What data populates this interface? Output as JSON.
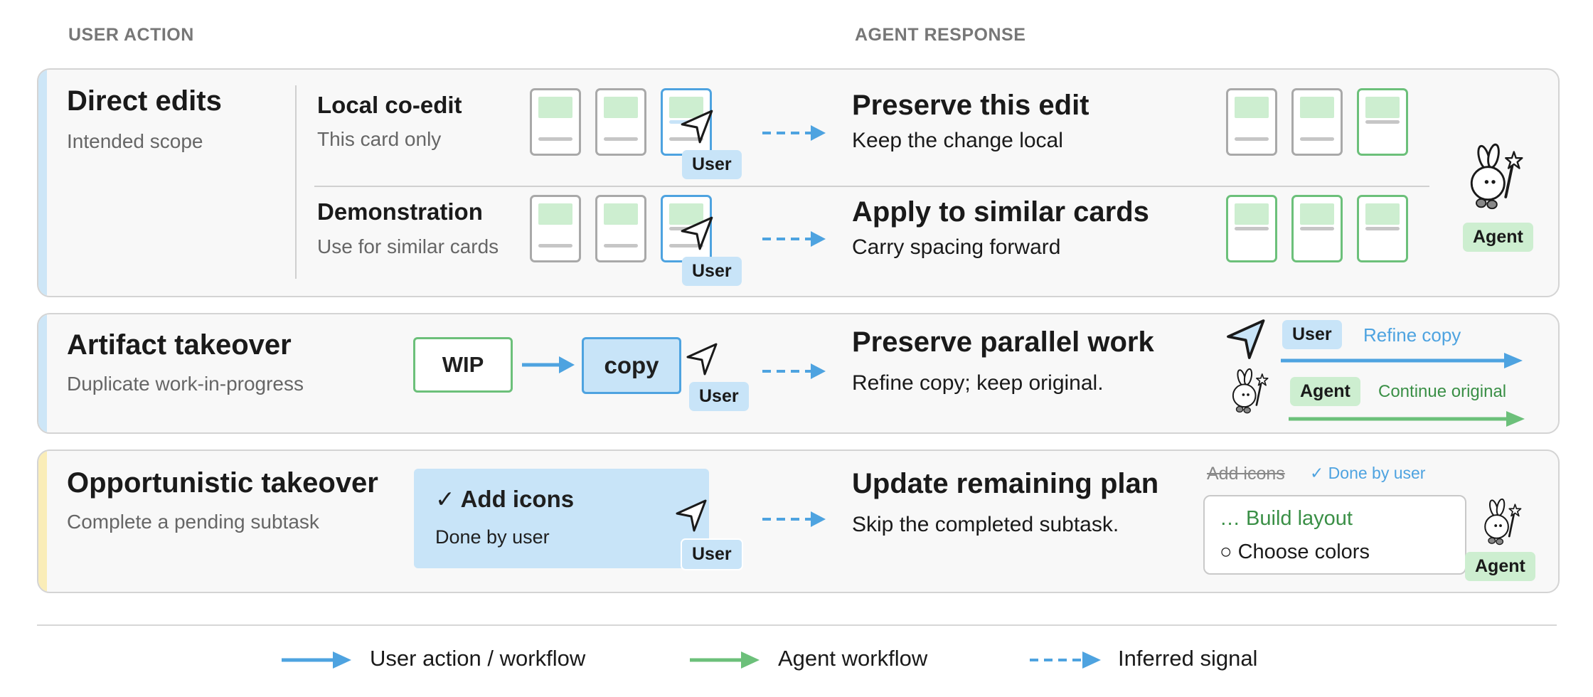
{
  "headers": {
    "left": "USER ACTION",
    "right": "AGENT RESPONSE"
  },
  "colors": {
    "user_blue": "#4ea3e0",
    "agent_green": "#6cc07a",
    "user_tag": "#c8e4f8",
    "agent_tag": "#cdeed0",
    "direct_accent": "#cde6f7",
    "opportunistic_accent": "#faedb8"
  },
  "direct": {
    "title": "Direct edits",
    "subtitle": "Intended scope",
    "local": {
      "title": "Local co-edit",
      "subtitle": "This card only",
      "user_tag": "User",
      "response_title": "Preserve this edit",
      "response_sub": "Keep the change local"
    },
    "demo": {
      "title": "Demonstration",
      "subtitle": "Use for similar cards",
      "user_tag": "User",
      "response_title": "Apply to similar cards",
      "response_sub": "Carry spacing forward"
    },
    "agent_tag": "Agent",
    "agent_icon": "bunny-wand-icon"
  },
  "artifact": {
    "title": "Artifact takeover",
    "subtitle": "Duplicate work-in-progress",
    "wip_label": "WIP",
    "copy_label": "copy",
    "user_tag": "User",
    "response_title": "Preserve parallel work",
    "response_sub": "Refine copy; keep original.",
    "user_lane_tag": "User",
    "user_lane_text": "Refine copy",
    "agent_lane_tag": "Agent",
    "agent_lane_text": "Continue original"
  },
  "opportunistic": {
    "title": "Opportunistic takeover",
    "subtitle": "Complete a pending subtask",
    "task_title": "✓ Add icons",
    "task_sub": "Done by user",
    "user_tag": "User",
    "response_title": "Update remaining plan",
    "response_sub": "Skip the completed subtask.",
    "struck_item": "Add icons",
    "done_note": "✓ Done by user",
    "plan_item1": "… Build layout",
    "plan_item2": "○ Choose colors",
    "agent_tag": "Agent"
  },
  "legend": {
    "user": "User action / workflow",
    "agent": "Agent workflow",
    "inferred": "Inferred signal"
  }
}
